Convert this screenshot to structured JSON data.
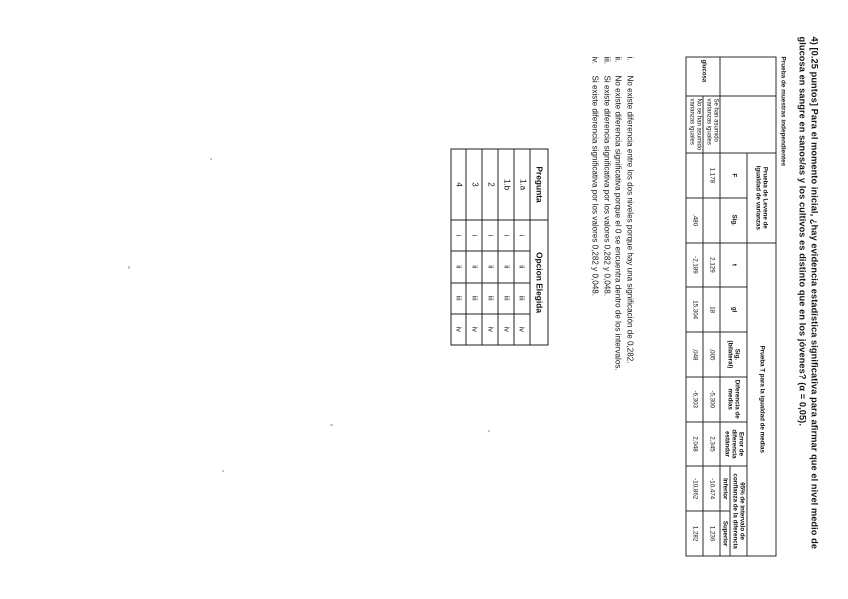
{
  "document": {
    "question_number": "4)",
    "points_label": "[0.25 puntos]",
    "question_text": "Para el momento inicial, ¿hay evidencia estadística significativa para afirmar que el nivel medio de glucosa en sangre en sanos/as y los cultivos es distinto que en los jóvenes? (α = 0,05).",
    "question_full": "4) [0.25 puntos] Para el momento inicial, ¿hay evidencia estadística significativa para afirmar que el nivel medio de glucosa en sangre en sanos/as y los cultivos es distinto que en los jóvenes? (α = 0,05)."
  },
  "spss_table": {
    "title": "Prueba de muestras independientes",
    "header_levene": "Prueba de Levene de igualdad de varianzas",
    "header_ttest": "Prueba T para la igualdad de medias",
    "header_diff_group": "95% de intervalo de confianza de la diferencia",
    "columns": [
      "F",
      "Sig.",
      "t",
      "gl",
      "Sig. (bilateral)",
      "Diferencia de medias",
      "Error de diferencia estándar",
      "Inferior",
      "Superior"
    ],
    "row_group_label": "glucosa",
    "rows": [
      {
        "label": "Se han asumido varianzas iguales",
        "values": [
          "1,178",
          "",
          "2,129",
          "18",
          ",005",
          "-5,300",
          "2,345",
          "-10,474",
          "1,236"
        ]
      },
      {
        "label": "No se han asumido varianzas iguales",
        "values": [
          "",
          ",480",
          "-2,189",
          "15,304",
          ",048",
          "-6,303",
          "2,048",
          "-10,862",
          "1,282"
        ]
      }
    ],
    "levene_values": {
      "F": "1,178",
      "Sig": ",480"
    }
  },
  "options": {
    "items": [
      {
        "roman": "i.",
        "text": "No existe diferencia entre los dos niveles porque hay una significación de 0,282."
      },
      {
        "roman": "ii.",
        "text": "No existe diferencia significativa porque el 0 se encuentra dentro de los intervalos."
      },
      {
        "roman": "iii.",
        "text": "Si existe diferencia significativa por los valores 0,282 y 0,048."
      },
      {
        "roman": "iv.",
        "text": "Si existe diferencia significativa por los valores 0,282 y 0,048."
      }
    ]
  },
  "answer_table": {
    "header_question": "Pregunta",
    "header_option": "Opcion Elegida",
    "option_columns": [
      "i",
      "ii",
      "iii",
      "iv"
    ],
    "rows": [
      {
        "question": "1.a",
        "options": [
          "i",
          "ii",
          "iii",
          "iv"
        ]
      },
      {
        "question": "1.b",
        "options": [
          "i",
          "ii",
          "iii",
          "iv"
        ]
      },
      {
        "question": "2",
        "options": [
          "i",
          "ii",
          "iii",
          "iv"
        ]
      },
      {
        "question": "3",
        "options": [
          "i",
          "ii",
          "iii",
          "iv"
        ]
      },
      {
        "question": "4",
        "options": [
          "i",
          "ii",
          "iii",
          "iv"
        ]
      }
    ]
  },
  "colors": {
    "page_background": "#ffffff",
    "ink": "#1a1a1a",
    "rule": "#2b2b2b"
  }
}
